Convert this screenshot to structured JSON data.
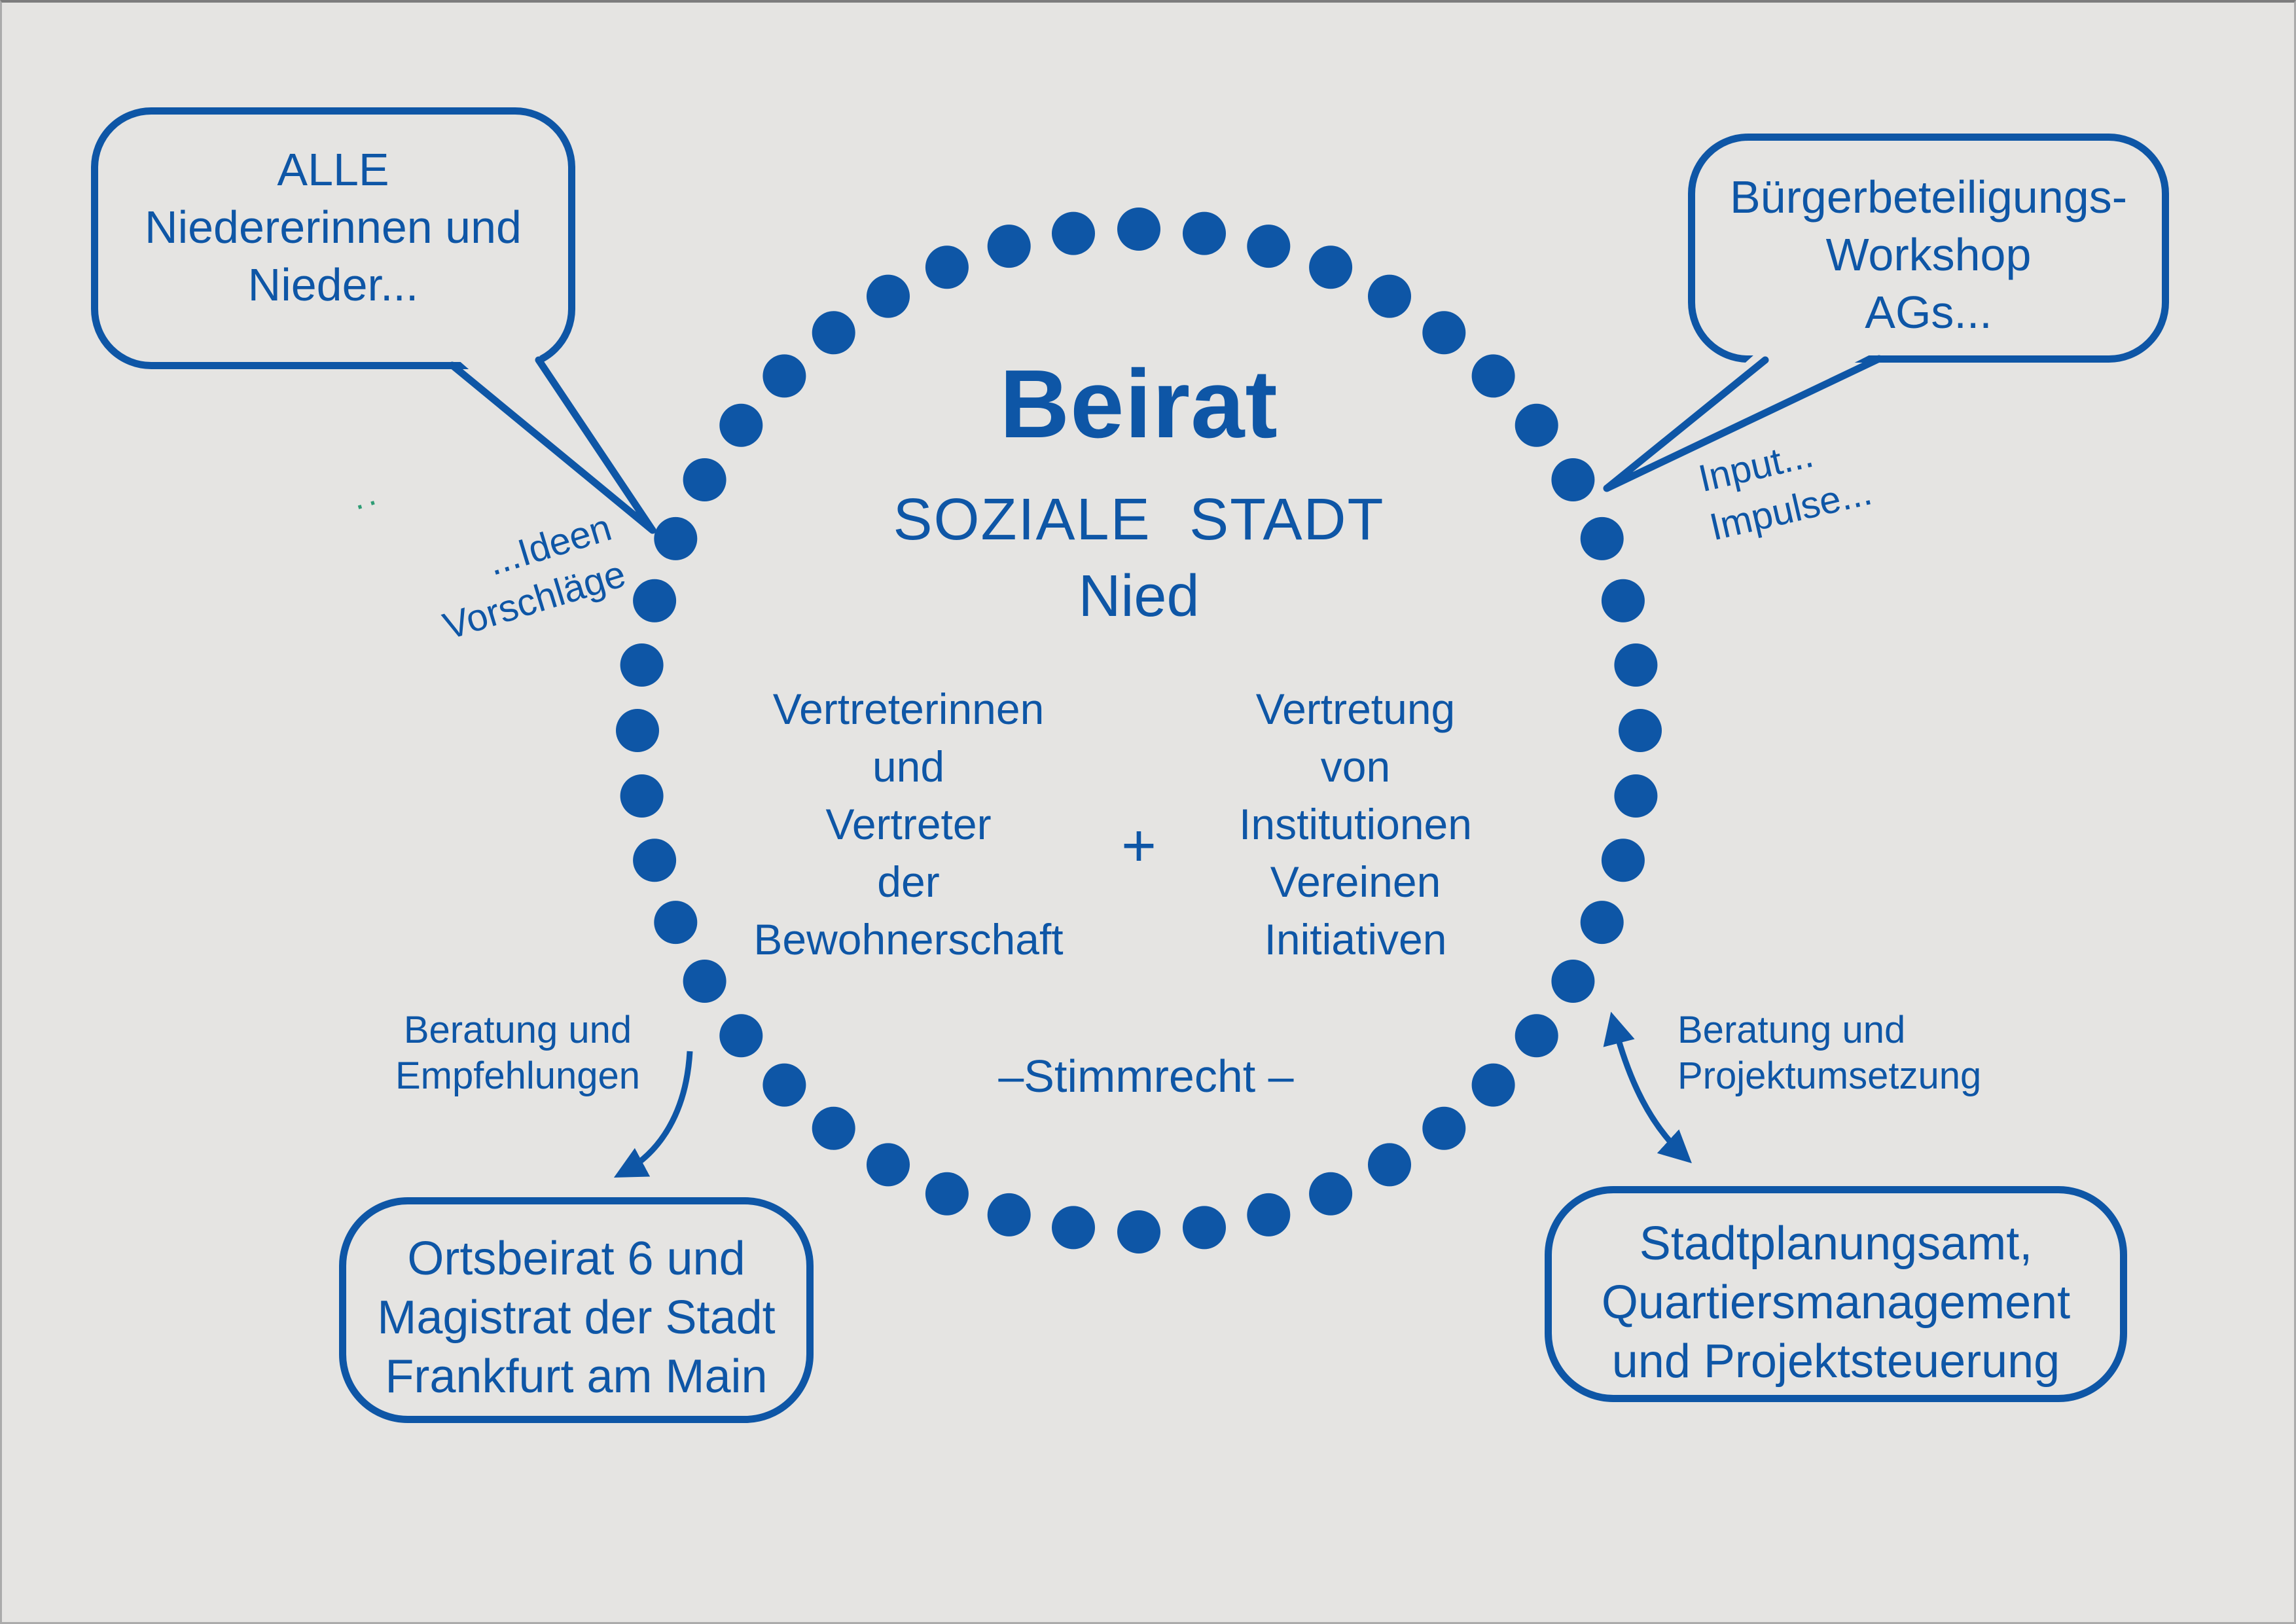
{
  "colors": {
    "accent": "#0e56a6",
    "bg": "#e5e4e2",
    "leader-dots": "#2e9c74"
  },
  "ring": {
    "dot_count": 48
  },
  "center": {
    "title": "Beirat",
    "subtitle": "SOZIALE STADT",
    "subtitle2": "Nied",
    "left_column": {
      "lines": [
        "Vertreterinnen",
        "und",
        "Vertreter",
        "der",
        "Bewohnerschaft"
      ]
    },
    "plus": "+",
    "right_column": {
      "lines": [
        "Vertretung",
        "von",
        "Institutionen",
        "Vereinen",
        "Initiativen"
      ]
    },
    "voting": "–Stimmrecht –"
  },
  "bubbles": {
    "top_left": {
      "lines": [
        "ALLE",
        "Niedererinnen und",
        "Nieder..."
      ]
    },
    "top_right": {
      "lines": [
        "Bürgerbeteiligungs-",
        "Workshop",
        "AGs..."
      ]
    },
    "bottom_left": {
      "lines": [
        "Ortsbeirat 6 und",
        "Magistrat der Stadt",
        "Frankfurt am Main"
      ]
    },
    "bottom_right": {
      "lines": [
        "Stadtplanungsamt,",
        "Quartiersmanagement",
        "und Projektsteuerung"
      ]
    }
  },
  "annotations": {
    "ideen": {
      "lines": [
        "...Ideen",
        "Vorschläge"
      ]
    },
    "leader_dots": "..",
    "input": {
      "lines": [
        "Input...",
        "Impulse..."
      ]
    },
    "beratung_links": {
      "lines": [
        "Beratung und",
        "Empfehlungen"
      ]
    },
    "beratung_rechts": {
      "lines": [
        "Beratung und",
        "Projektumsetzung"
      ]
    }
  }
}
